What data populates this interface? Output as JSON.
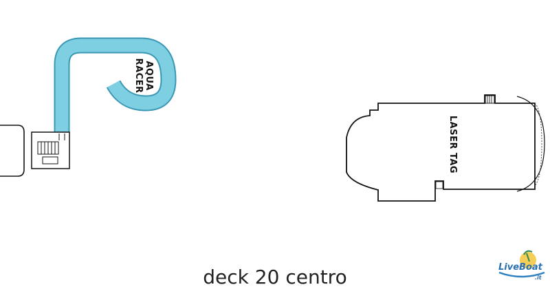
{
  "map": {
    "labels": {
      "aqua_racer": [
        "AQUA",
        "RACER"
      ],
      "laser_tag": "LASER TAG"
    },
    "colors": {
      "slide_fill": "#7ecfe2",
      "slide_outline": "#3a97b4",
      "structure": "#111111"
    }
  },
  "caption": "deck 20 centro",
  "watermark": {
    "brand": "LiveBoat",
    "domain": ".it"
  }
}
